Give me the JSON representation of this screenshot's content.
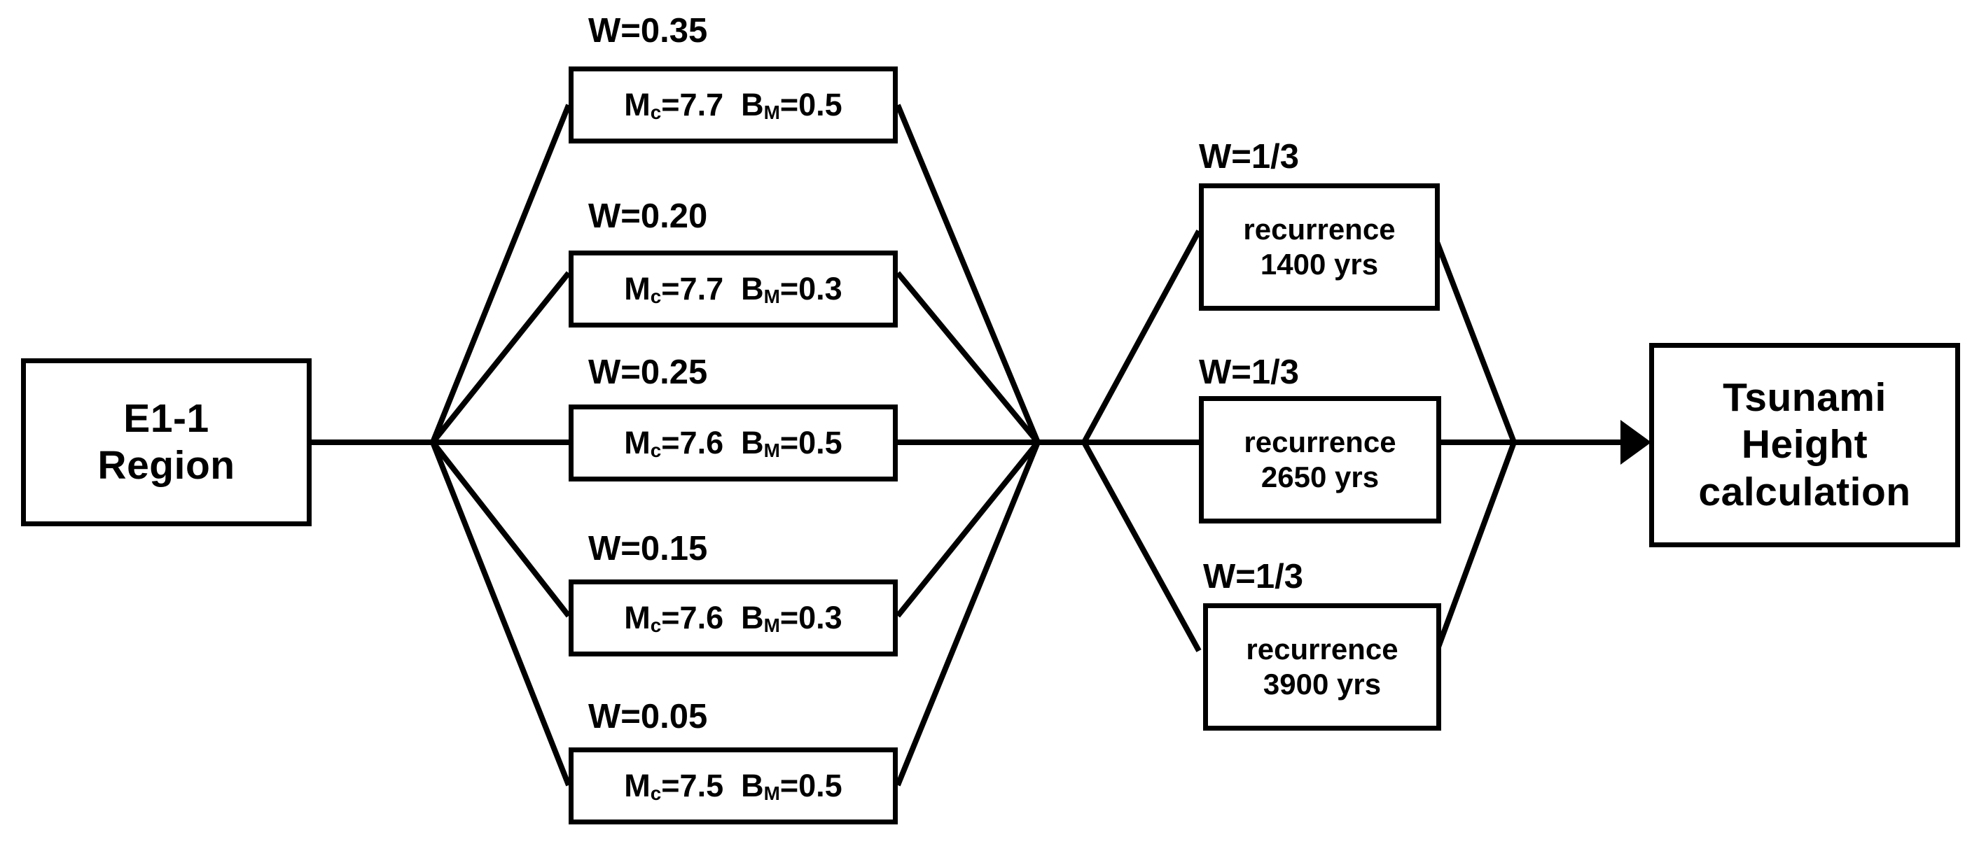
{
  "diagram": {
    "type": "logic-tree",
    "title_visible": false,
    "line_color": "#000000",
    "box_fill": "#ffffff",
    "background": "#ffffff"
  },
  "source": {
    "label_line1": "E1-1",
    "label_line2": "Region"
  },
  "magnitude_branches": [
    {
      "weight": "W=0.35",
      "mc_prefix": "M",
      "mc_sub": "c",
      "mc_value": "=7.7",
      "b_prefix": "B",
      "b_sub": "M",
      "b_value": "=0.5"
    },
    {
      "weight": "W=0.20",
      "mc_prefix": "M",
      "mc_sub": "c",
      "mc_value": "=7.7",
      "b_prefix": "B",
      "b_sub": "M",
      "b_value": "=0.3"
    },
    {
      "weight": "W=0.25",
      "mc_prefix": "M",
      "mc_sub": "c",
      "mc_value": "=7.6",
      "b_prefix": "B",
      "b_sub": "M",
      "b_value": "=0.5"
    },
    {
      "weight": "W=0.15",
      "mc_prefix": "M",
      "mc_sub": "c",
      "mc_value": "=7.6",
      "b_prefix": "B",
      "b_sub": "M",
      "b_value": "=0.3"
    },
    {
      "weight": "W=0.05",
      "mc_prefix": "M",
      "mc_sub": "c",
      "mc_value": "=7.5",
      "b_prefix": "B",
      "b_sub": "M",
      "b_value": "=0.5"
    }
  ],
  "recurrence_branches": [
    {
      "weight": "W=1/3",
      "line1": "recurrence",
      "line2": "1400 yrs"
    },
    {
      "weight": "W=1/3",
      "line1": "recurrence",
      "line2": "2650 yrs"
    },
    {
      "weight": "W=1/3",
      "line1": "recurrence",
      "line2": "3900 yrs"
    }
  ],
  "output": {
    "line1": "Tsunami",
    "line2": "Height",
    "line3": "calculation"
  }
}
